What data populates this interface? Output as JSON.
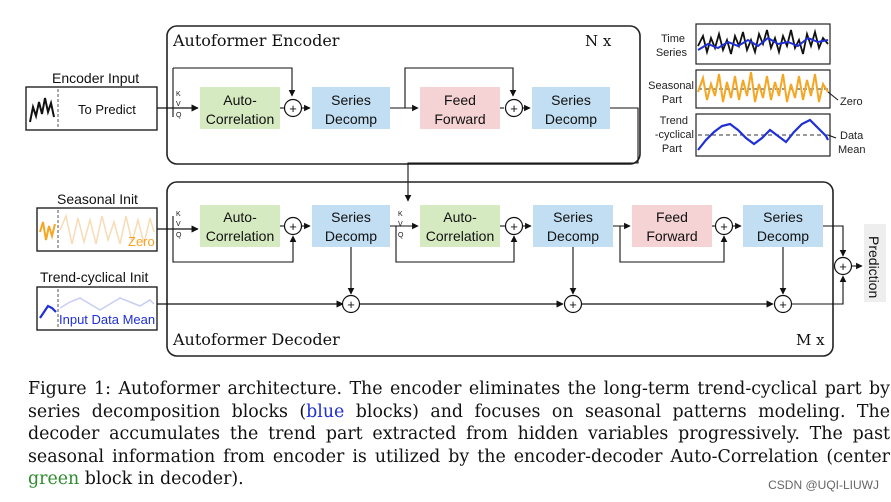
{
  "encoder": {
    "title": "Autoformer Encoder",
    "repeat": "N x"
  },
  "decoder": {
    "title": "Autoformer Decoder",
    "repeat": "M x"
  },
  "inputs": {
    "encoder_input": "Encoder Input",
    "to_predict": "To Predict",
    "seasonal_init": "Seasonal Init",
    "zero": "Zero",
    "trend_init": "Trend-cyclical Init",
    "input_data_mean": "Input Data Mean"
  },
  "blocks": {
    "auto_a": "Auto-",
    "auto_b": "Correlation",
    "series_a": "Series",
    "series_b": "Decomp",
    "feed_a": "Feed",
    "feed_b": "Forward"
  },
  "qkv": [
    "K",
    "V",
    "Q"
  ],
  "output_label": "Prediction",
  "legend": {
    "time_series_a": "Time",
    "time_series_b": "Series",
    "seasonal_a": "Seasonal",
    "seasonal_b": "Part",
    "trend_a": "Trend",
    "trend_b": "-cyclical",
    "trend_c": "Part",
    "zero": "Zero",
    "data": "Data",
    "mean": "Mean"
  },
  "caption": {
    "p1": "Figure 1: Autoformer architecture. The encoder eliminates the long-term trend-cyclical part by series decomposition blocks (",
    "blue_word": "blue",
    "p2": " blocks) and focuses on seasonal patterns modeling. The decoder accumulates the trend part extracted from hidden variables progressively. The past seasonal information from encoder is utilized by the encoder-decoder Auto-Correlation (center ",
    "green_word": "green",
    "p3": " block in decoder)."
  },
  "watermark": "CSDN @UQI-LIUWJ",
  "colors": {
    "autocorr": "#d6eac1",
    "decomp": "#c2def2",
    "feedforward": "#f5d2d3",
    "series_blue": "#1f2fd6",
    "seasonal_orange": "#f5a623"
  }
}
